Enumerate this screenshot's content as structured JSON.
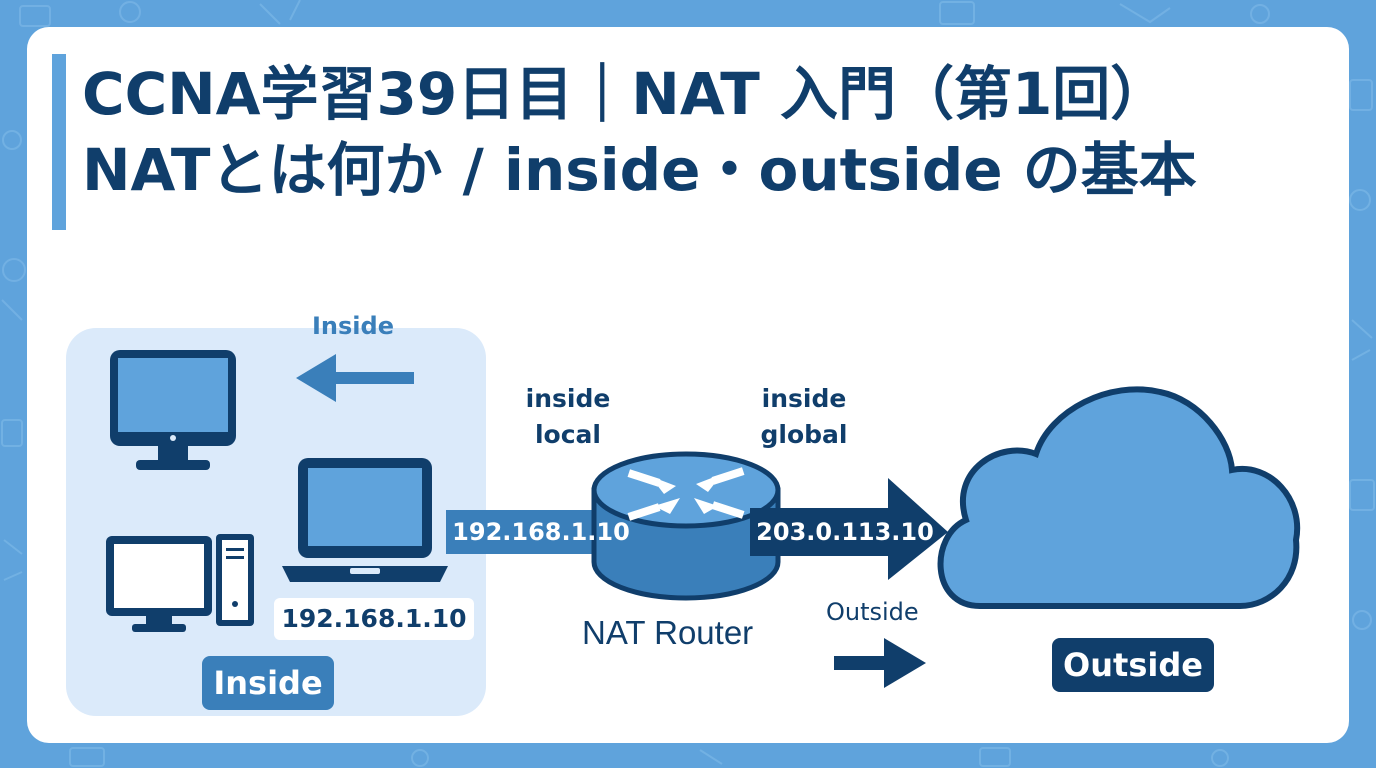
{
  "colors": {
    "background": "#5fa3dc",
    "navy": "#103e6b",
    "accent_blue": "#3a7fba",
    "light_panel": "#dbeafa",
    "cloud": "#5fa3dc"
  },
  "title": {
    "line1": "CCNA学習39日目｜NAT 入門（第1回）",
    "line2": "NATとは何か / inside・outside の基本"
  },
  "inside_zone": {
    "arrow_label": "Inside",
    "badge": "Inside",
    "laptop_ip": "192.168.1.10",
    "devices": [
      "monitor-icon",
      "laptop-icon",
      "desktop-pc-icon"
    ]
  },
  "router": {
    "label": "NAT Router",
    "inside_local_label_1": "inside",
    "inside_local_label_2": "local",
    "inside_global_label_1": "inside",
    "inside_global_label_2": "global",
    "inside_local_ip": "192.168.1.10",
    "inside_global_ip": "203.0.113.10",
    "outside_arrow_label": "Outside"
  },
  "outside_zone": {
    "badge": "Outside"
  }
}
